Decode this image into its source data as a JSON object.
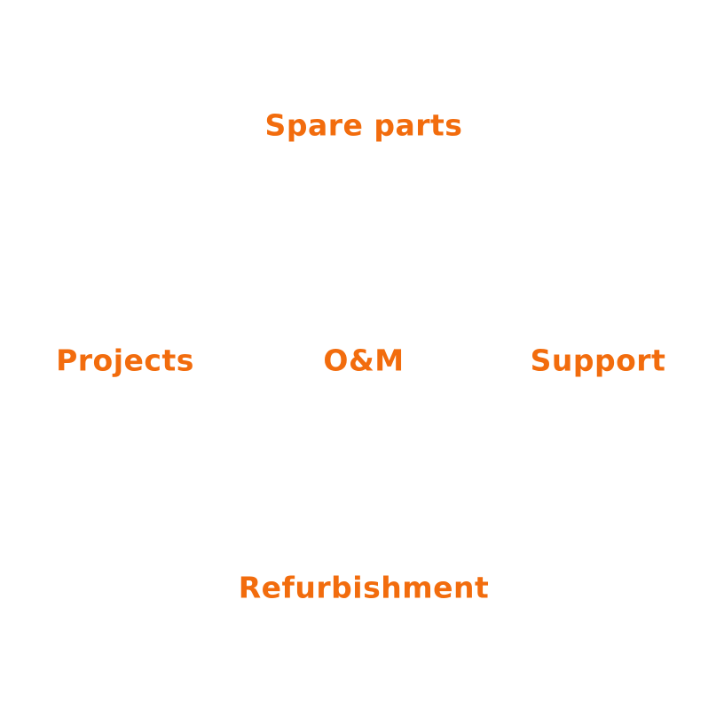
{
  "diagram": {
    "accent_color": "#f26c0d",
    "center": "O&M",
    "top": "Spare parts",
    "left": "Projects",
    "right": "Support",
    "bottom": "Refurbishment"
  }
}
